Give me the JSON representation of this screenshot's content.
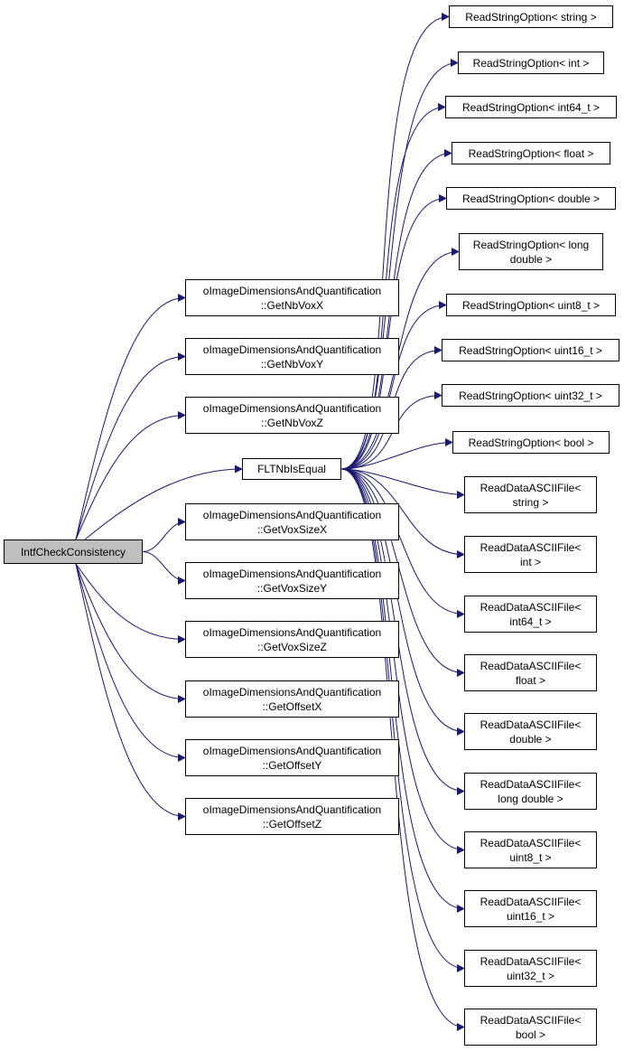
{
  "graph": {
    "edge_color": "#191970",
    "root": {
      "label": "IntfCheckConsistency",
      "fill": "#bfbfbf"
    },
    "hub": {
      "label": "FLTNbIsEqual"
    },
    "getters": [
      {
        "line1": "oImageDimensionsAndQuantification",
        "line2": "::GetNbVoxX"
      },
      {
        "line1": "oImageDimensionsAndQuantification",
        "line2": "::GetNbVoxY"
      },
      {
        "line1": "oImageDimensionsAndQuantification",
        "line2": "::GetNbVoxZ"
      },
      {
        "line1": "oImageDimensionsAndQuantification",
        "line2": "::GetVoxSizeX"
      },
      {
        "line1": "oImageDimensionsAndQuantification",
        "line2": "::GetVoxSizeY"
      },
      {
        "line1": "oImageDimensionsAndQuantification",
        "line2": "::GetVoxSizeZ"
      },
      {
        "line1": "oImageDimensionsAndQuantification",
        "line2": "::GetOffsetX"
      },
      {
        "line1": "oImageDimensionsAndQuantification",
        "line2": "::GetOffsetY"
      },
      {
        "line1": "oImageDimensionsAndQuantification",
        "line2": "::GetOffsetZ"
      }
    ],
    "read_string_options": [
      {
        "line1": "ReadStringOption< string >"
      },
      {
        "line1": "ReadStringOption< int >"
      },
      {
        "line1": "ReadStringOption< int64_t >"
      },
      {
        "line1": "ReadStringOption< float >"
      },
      {
        "line1": "ReadStringOption< double >"
      },
      {
        "line1": "ReadStringOption< long",
        "line2": "double >"
      },
      {
        "line1": "ReadStringOption< uint8_t >"
      },
      {
        "line1": "ReadStringOption< uint16_t >"
      },
      {
        "line1": "ReadStringOption< uint32_t >"
      },
      {
        "line1": "ReadStringOption< bool >"
      }
    ],
    "read_ascii_files": [
      {
        "line1": "ReadDataASCIIFile<",
        "line2": "string >"
      },
      {
        "line1": "ReadDataASCIIFile<",
        "line2": "int >"
      },
      {
        "line1": "ReadDataASCIIFile<",
        "line2": "int64_t >"
      },
      {
        "line1": "ReadDataASCIIFile<",
        "line2": "float >"
      },
      {
        "line1": "ReadDataASCIIFile<",
        "line2": "double >"
      },
      {
        "line1": "ReadDataASCIIFile<",
        "line2": "long double >"
      },
      {
        "line1": "ReadDataASCIIFile<",
        "line2": "uint8_t >"
      },
      {
        "line1": "ReadDataASCIIFile<",
        "line2": "uint16_t >"
      },
      {
        "line1": "ReadDataASCIIFile<",
        "line2": "uint32_t >"
      },
      {
        "line1": "ReadDataASCIIFile<",
        "line2": "bool >"
      }
    ]
  }
}
